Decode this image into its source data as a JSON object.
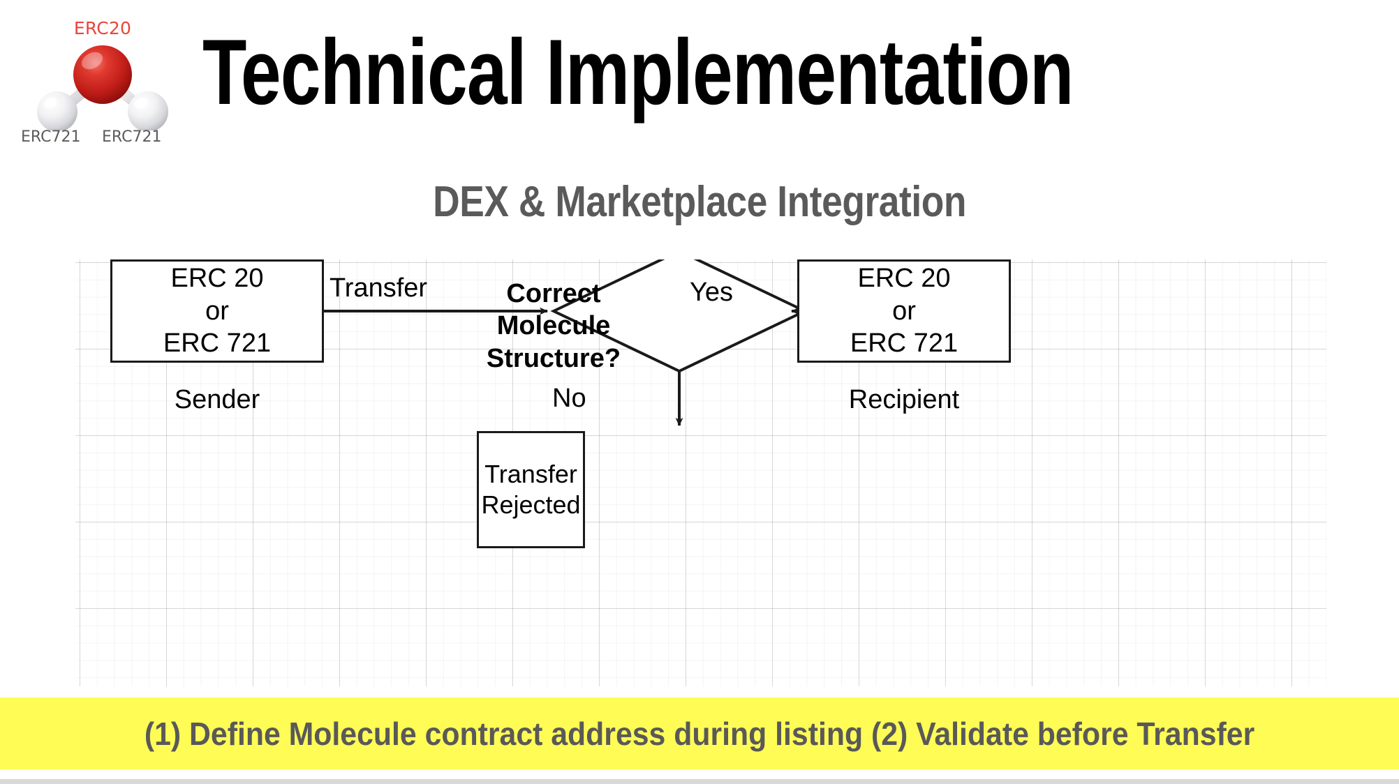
{
  "slide": {
    "title": "Technical Implementation",
    "subtitle": "DEX & Marketplace Integration",
    "footer_note": "(1) Define Molecule contract address during listing (2) Validate before Transfer",
    "colors": {
      "title": "#000000",
      "subtitle": "#5a5a5a",
      "footer_background": "#fffc55",
      "footer_text": "#595959",
      "logo_erc20": "#e8453c",
      "logo_erc721": "#5b5b5b",
      "diagram_stroke": "#1a1a1a",
      "grid_line": "#e6e6e6",
      "bottom_rule": "#d9d9d9"
    }
  },
  "logo": {
    "name": "molecule-logo",
    "top_label": "ERC20",
    "left_label": "ERC721",
    "right_label": "ERC721",
    "atoms": [
      {
        "id": "oxygen",
        "label": "ERC20",
        "color": "#cc2020"
      },
      {
        "id": "hydrogen-left",
        "label": "ERC721",
        "color": "#e9e9ea"
      },
      {
        "id": "hydrogen-right",
        "label": "ERC721",
        "color": "#e9e9ea"
      }
    ]
  },
  "diagram": {
    "type": "flowchart",
    "nodes": [
      {
        "id": "sender",
        "shape": "rectangle",
        "lines": [
          "ERC 20",
          "or",
          "ERC 721"
        ],
        "caption": "Sender"
      },
      {
        "id": "decision",
        "shape": "diamond",
        "lines": [
          "Correct",
          "Molecule",
          "Structure?"
        ],
        "bold": true
      },
      {
        "id": "recipient",
        "shape": "rectangle",
        "lines": [
          "ERC 20",
          "or",
          "ERC 721"
        ],
        "caption": "Recipient"
      },
      {
        "id": "rejected",
        "shape": "rectangle",
        "lines": [
          "Transfer",
          "Rejected"
        ]
      }
    ],
    "edges": [
      {
        "id": "sender-to-decision",
        "from": "sender",
        "to": "decision",
        "label": "Transfer",
        "direction": "right"
      },
      {
        "id": "decision-to-recipient",
        "from": "decision",
        "to": "recipient",
        "label": "Yes",
        "direction": "right"
      },
      {
        "id": "decision-to-rejected",
        "from": "decision",
        "to": "rejected",
        "label": "No",
        "direction": "down"
      }
    ],
    "node_text": {
      "sender_line1": "ERC 20",
      "sender_line2": "or",
      "sender_line3": "ERC 721",
      "recipient_line1": "ERC 20",
      "recipient_line2": "or",
      "recipient_line3": "ERC 721",
      "decision_line1": "Correct",
      "decision_line2": "Molecule",
      "decision_line3": "Structure?",
      "rejected_line1": "Transfer",
      "rejected_line2": "Rejected",
      "sender_caption": "Sender",
      "recipient_caption": "Recipient",
      "edge_transfer": "Transfer",
      "edge_yes": "Yes",
      "edge_no": "No"
    }
  }
}
